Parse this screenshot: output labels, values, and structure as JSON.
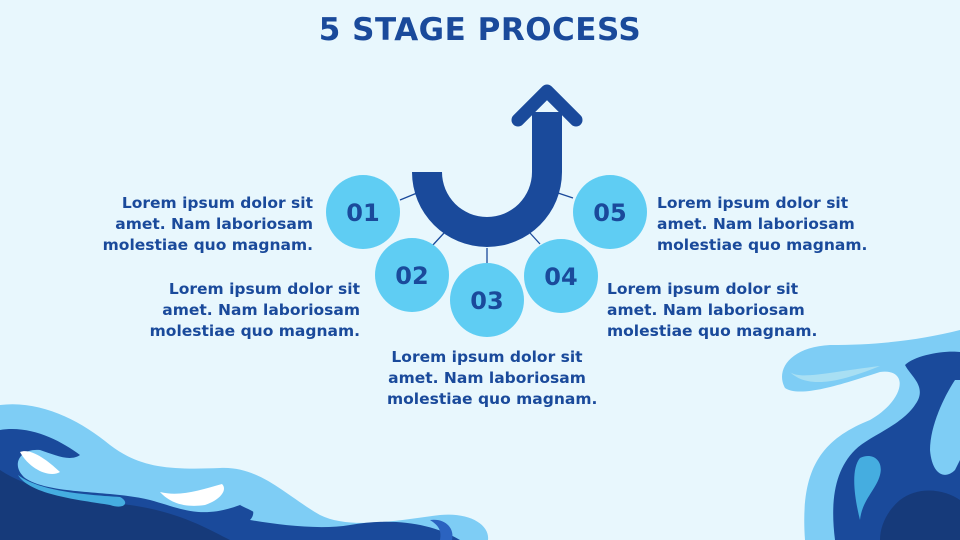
{
  "slide": {
    "title": "5 STAGE PROCESS",
    "colors": {
      "background": "#e8f7fd",
      "dark_blue": "#1a4a9b",
      "circle_blue": "#5fcdf3",
      "wave_light": "#7ecdf5",
      "wave_mid": "#45ade0",
      "wave_dark": "#163a7a",
      "text": "#1a4a9b"
    },
    "stages": [
      {
        "number": "01",
        "lines": [
          "Lorem ipsum dolor sit",
          "amet. Nam laboriosam",
          "molestiae quo magnam."
        ]
      },
      {
        "number": "02",
        "lines": [
          "Lorem ipsum dolor sit",
          "amet. Nam laboriosam",
          "molestiae quo magnam."
        ]
      },
      {
        "number": "03",
        "lines": [
          "Lorem ipsum dolor sit",
          "amet. Nam laboriosam",
          "molestiae quo magnam."
        ]
      },
      {
        "number": "04",
        "lines": [
          "Lorem ipsum dolor sit",
          "amet. Nam laboriosam",
          "molestiae quo magnam."
        ]
      },
      {
        "number": "05",
        "lines": [
          "Lorem ipsum dolor sit",
          "amet. Nam laboriosam",
          "molestiae quo magnam."
        ]
      }
    ],
    "icons": {
      "center_graphic": "u-turn-arrow-up-icon",
      "decoration_left": "wave-decoration",
      "decoration_right": "wave-decoration"
    }
  }
}
